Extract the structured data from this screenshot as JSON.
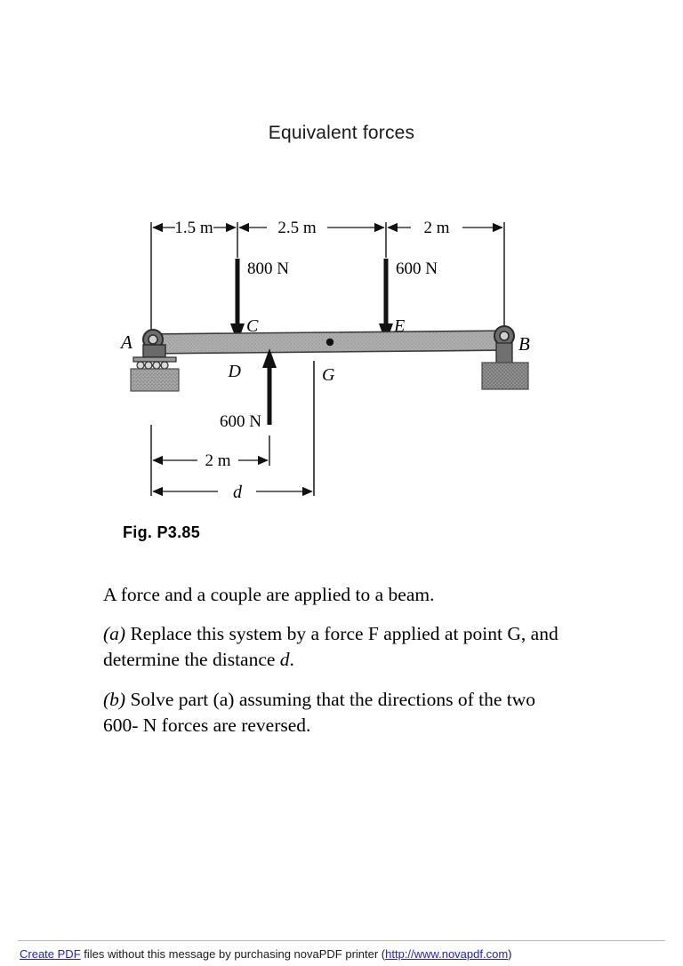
{
  "document": {
    "title": "Equivalent forces"
  },
  "figure": {
    "caption": "Fig. P3.85",
    "top_dimensions": [
      {
        "label": "1.5 m"
      },
      {
        "label": "2.5 m"
      },
      {
        "label": "2 m"
      }
    ],
    "bottom_dimensions": [
      {
        "label": "2 m"
      },
      {
        "label": "d"
      }
    ],
    "forces": [
      {
        "label": "800 N",
        "point": "C",
        "direction": "down"
      },
      {
        "label": "600 N",
        "point": "E",
        "direction": "down"
      },
      {
        "label": "600 N",
        "point": "D",
        "direction": "up"
      }
    ],
    "points": {
      "a": "A",
      "b": "B",
      "c": "C",
      "d": "D",
      "e": "E",
      "g": "G"
    }
  },
  "problem": {
    "intro": "A force and a couple are applied to a beam.",
    "part_a_label": "(a)",
    "part_a_text_1": " Replace this system by a force F applied at point G, and determine the distance ",
    "part_a_italic_d": "d",
    "part_a_text_2": ".",
    "part_b_label": "(b)",
    "part_b_text": " Solve part (a) assuming that the directions of the two 600- N forces are reversed."
  },
  "footer": {
    "link_text": "Create PDF",
    "message": " files without this message by purchasing novaPDF printer (",
    "url_text": "http://www.novapdf.com",
    "close_paren": ")",
    "link_color": "#2121cf"
  }
}
